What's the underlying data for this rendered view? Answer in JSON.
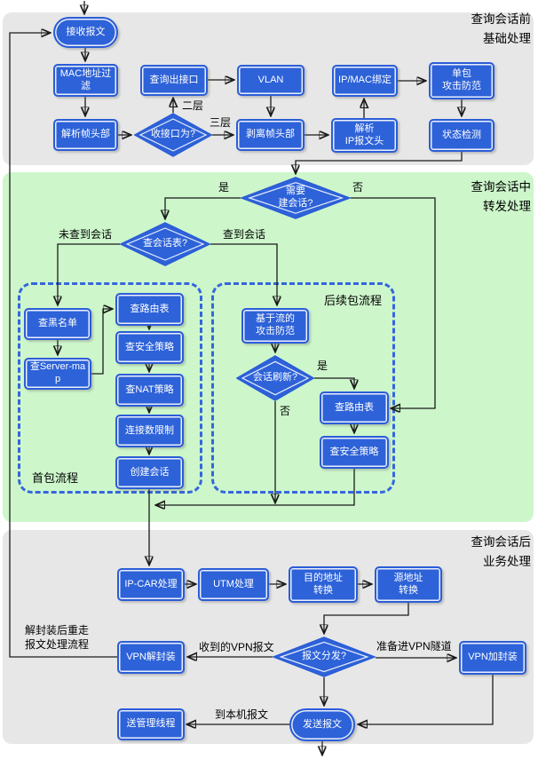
{
  "sections": [
    {
      "title": "查询会话前\n基础处理"
    },
    {
      "title": "查询会话中\n转发处理"
    },
    {
      "title": "查询会话后\n业务处理"
    }
  ],
  "groups": {
    "first_packet": "首包流程",
    "follow_packet": "后续包流程"
  },
  "nodes": {
    "receive": "接收报文",
    "mac_filter": "MAC地址过滤",
    "parse_frame": "解析帧头部",
    "if_type": "收接口为?",
    "query_out_if": "查询出接口",
    "vlan": "VLAN",
    "strip_frame": "剥离帧头部",
    "parse_ip": "解析\nIP报文头",
    "ip_mac_bind": "IP/MAC绑定",
    "single_packet_defense": "单包\n攻击防范",
    "state_detect": "状态检测",
    "need_session": "需要\n建会话?",
    "query_session_table": "查会话表?",
    "blacklist": "查黑名单",
    "server_map": "查Server-map",
    "route_first": "查路由表",
    "security_first": "查安全策略",
    "nat_policy": "查NAT策略",
    "conn_limit": "连接数限制",
    "create_session": "创建会话",
    "flow_attack_defense": "基于流的\n攻击防范",
    "session_refresh": "会话刷新?",
    "route_follow": "查路由表",
    "security_follow": "查安全策略",
    "ip_car": "IP-CAR处理",
    "utm": "UTM处理",
    "dst_nat": "目的地址\n转换",
    "src_nat": "源地址\n转换",
    "packet_dispatch": "报文分发?",
    "vpn_encap": "VPN加封装",
    "vpn_decap": "VPN解封装",
    "mgmt_thread": "送管理线程",
    "send_packet": "发送报文"
  },
  "edge_labels": {
    "layer2": "二层",
    "layer3": "三层",
    "need_yes": "是",
    "need_no": "否",
    "session_not_found": "未查到会话",
    "session_found": "查到会话",
    "refresh_yes": "是",
    "refresh_no": "否",
    "decap_note": "解封装后重走\n报文处理流程",
    "received_vpn": "收到的VPN报文",
    "to_vpn_tunnel": "准备进VPN隧道",
    "to_local": "到本机报文"
  },
  "colors": {
    "node_fill": "#2d62d8",
    "node_border": "#2b5dd7",
    "node_inner_stroke": "#ffffff",
    "section_gray": "#e7e7e7",
    "section_green": "#cdf6cb",
    "group_dash": "#3566dd",
    "arrow": "#1b1b1b",
    "label_text": "#000000"
  }
}
